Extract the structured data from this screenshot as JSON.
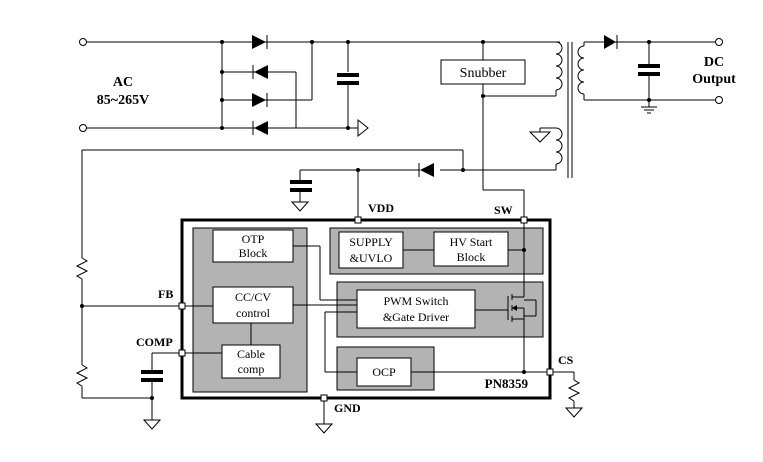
{
  "input_label": {
    "line1": "AC",
    "line2": "85~265V"
  },
  "output_label": {
    "line1": "DC",
    "line2": "Output"
  },
  "snubber_label": "Snubber",
  "pins": {
    "vdd": "VDD",
    "sw": "SW",
    "fb": "FB",
    "comp": "COMP",
    "cs": "CS",
    "gnd": "GND"
  },
  "chip_name": "PN8359",
  "blocks": {
    "otp": {
      "line1": "OTP",
      "line2": "Block"
    },
    "supply": {
      "line1": "SUPPLY",
      "line2": "&UVLO"
    },
    "hv_start": {
      "line1": "HV Start",
      "line2": "Block"
    },
    "cccv": {
      "line1": "CC/CV",
      "line2": "control"
    },
    "pwm": {
      "line1": "PWM Switch",
      "line2": "&Gate Driver"
    },
    "cable": {
      "line1": "Cable",
      "line2": "comp"
    },
    "ocp": {
      "line1": "OCP"
    }
  }
}
